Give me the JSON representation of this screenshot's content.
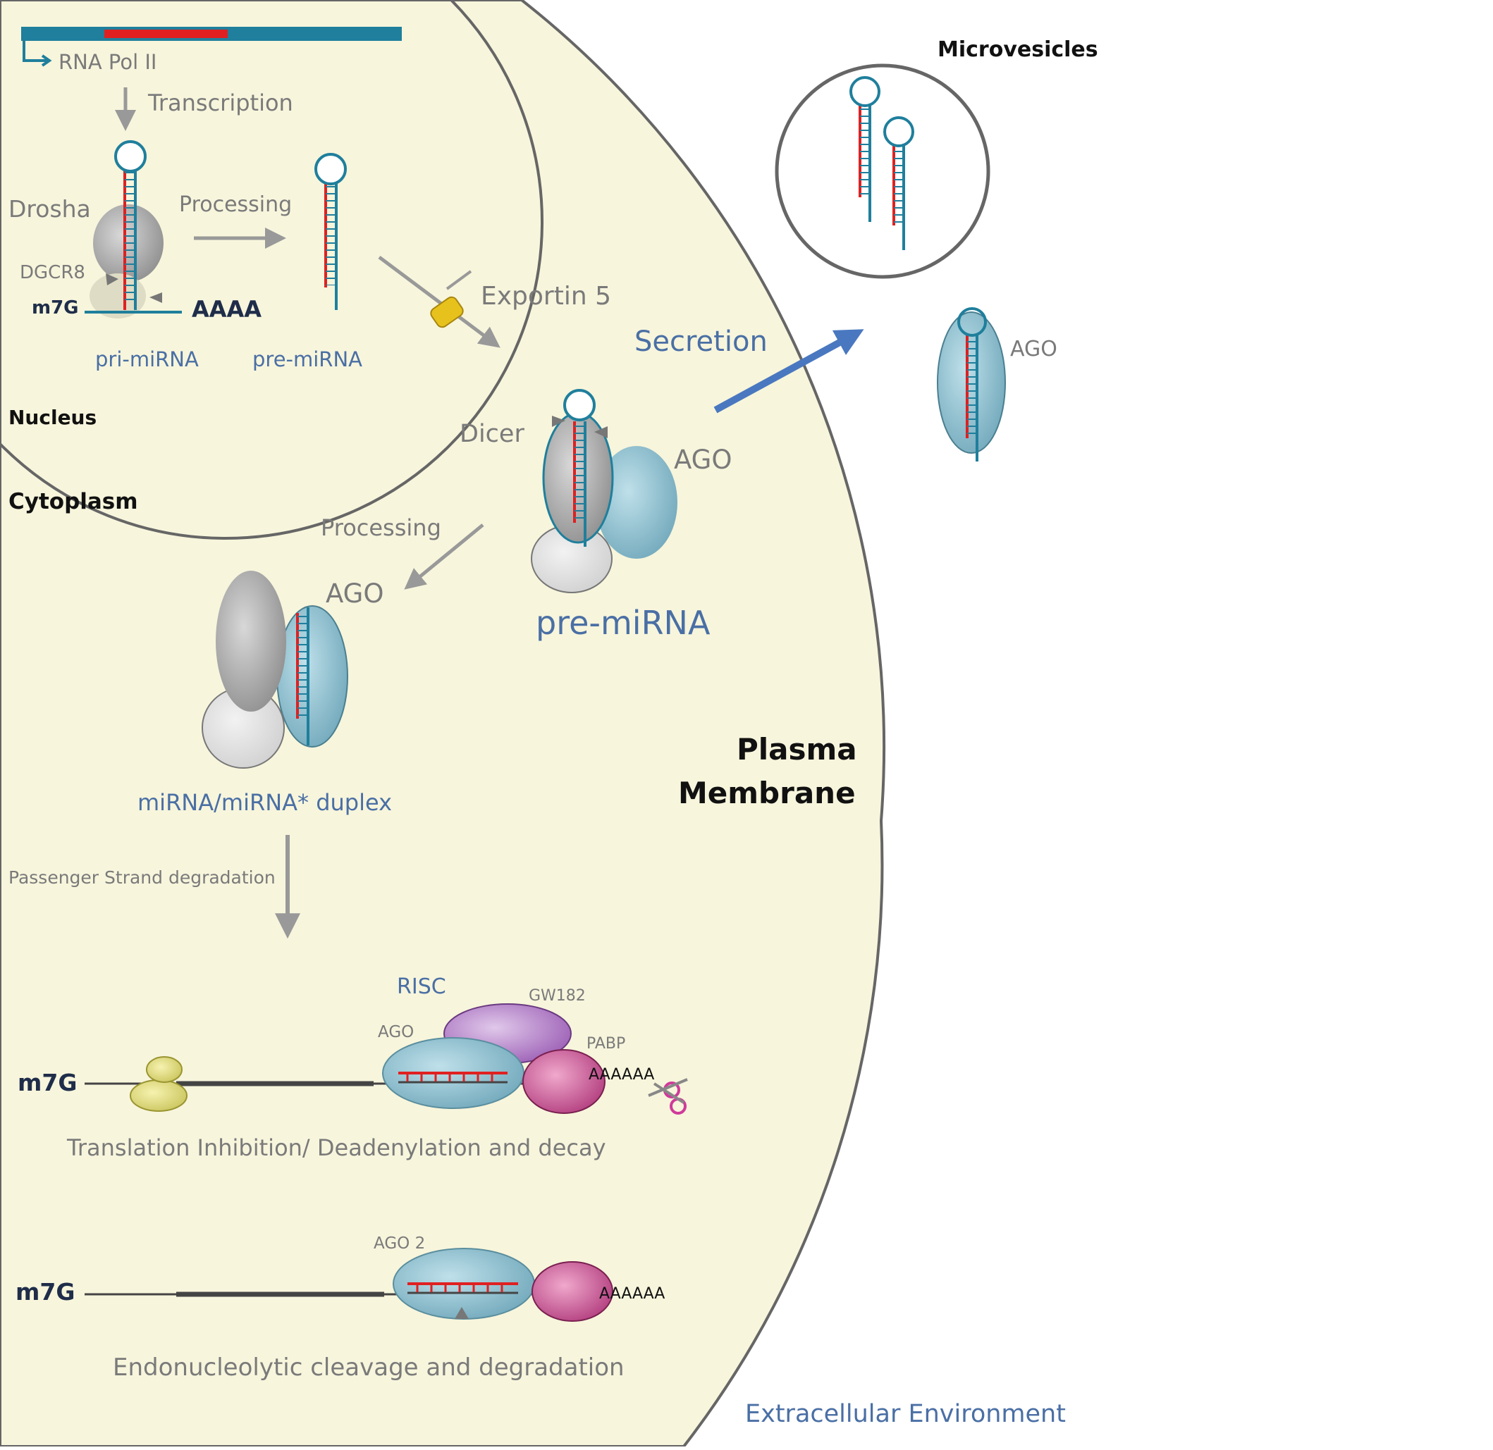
{
  "colors": {
    "cytoplasm": "#f7f5dc",
    "membrane": "#555555",
    "rna_blue": "#1f7f9c",
    "rna_red": "#e02020",
    "ago_blue": "#9cc6d4",
    "dicer_gray": "#9a9a9a",
    "secretion_arrow": "#4a78c0",
    "gw182": "#b07cc6",
    "pabp": "#c0508e",
    "ribosome": "#e6e28a",
    "exportin": "#e8c21c"
  },
  "labels": {
    "rna_pol": "RNA Pol II",
    "transcription": "Transcription",
    "drosha": "Drosha",
    "processing_1": "Processing",
    "dgcr8": "DGCR8",
    "m7g_pri": "m7G",
    "aaaa": "AAAA",
    "pri_mirna": "pri-miRNA",
    "pre_mirna_nucleus": "pre-miRNA",
    "nucleus": "Nucleus",
    "cytoplasm": "Cytoplasm",
    "exportin": "Exportin 5",
    "secretion": "Secretion",
    "dicer": "Dicer",
    "ago_dicer": "AGO",
    "pre_mirna_cyto": "pre-miRNA",
    "processing_2": "Processing",
    "ago_duplex": "AGO",
    "duplex": "miRNA/miRNA* duplex",
    "passenger": "Passenger Strand degradation",
    "risc": "RISC",
    "gw182": "GW182",
    "ago_risc": "AGO",
    "pabp": "PABP",
    "m7g_risc": "m7G",
    "polya_1": "AAAAAA",
    "translation": "Translation Inhibition/ Deadenylation and decay",
    "ago2": "AGO 2",
    "m7g_cleave": "m7G",
    "polya_2": "AAAAAA",
    "endo": "Endonucleolytic cleavage and degradation",
    "plasma_1": "Plasma",
    "plasma_2": "Membrane",
    "microvesicles": "Microvesicles",
    "ago_extra": "AGO",
    "extracellular": "Extracellular Environment"
  }
}
